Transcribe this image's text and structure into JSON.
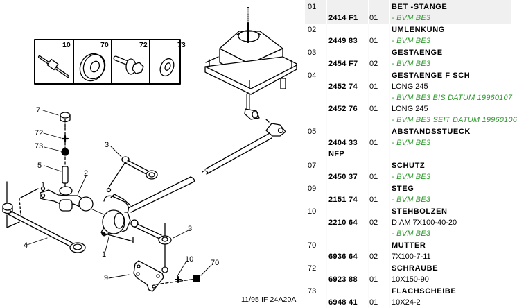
{
  "diagram": {
    "caption": "11/95 IF 24A20A",
    "inset_labels": [
      "10",
      "70",
      "72",
      "73"
    ],
    "callouts": [
      "7",
      "72",
      "73",
      "5",
      "2",
      "1",
      "4",
      "3",
      "1",
      "3",
      "9",
      "10",
      "70"
    ]
  },
  "parts": [
    {
      "ref": "01",
      "title": "BET -STANGE",
      "highlighted": true,
      "lines": [
        {
          "number": "2414 F1",
          "qty": "01",
          "desc": "- BVM BE3",
          "desc_style": "green"
        }
      ]
    },
    {
      "ref": "02",
      "title": "UMLENKUNG",
      "lines": [
        {
          "number": "2449 83",
          "qty": "01",
          "desc": "- BVM BE3",
          "desc_style": "green"
        }
      ]
    },
    {
      "ref": "03",
      "title": "GESTAENGE",
      "lines": [
        {
          "number": "2454 F7",
          "qty": "02",
          "desc": "- BVM BE3",
          "desc_style": "green"
        }
      ]
    },
    {
      "ref": "04",
      "title": "GESTAENGE F SCH",
      "lines": [
        {
          "number": "2452 74",
          "qty": "01",
          "desc": "LONG 245",
          "desc_style": "plain"
        },
        {
          "number": "",
          "qty": "",
          "desc": "- BVM BE3 BIS DATUM 19960107",
          "desc_style": "green"
        },
        {
          "number": "2452 76",
          "qty": "01",
          "desc": "LONG 245",
          "desc_style": "plain"
        },
        {
          "number": "",
          "qty": "",
          "desc": "- BVM BE3 SEIT DATUM 19960106",
          "desc_style": "green"
        }
      ]
    },
    {
      "ref": "05",
      "title": "ABSTANDSSTUECK",
      "lines": [
        {
          "number": "2404 33",
          "qty": "01",
          "desc": "- BVM BE3",
          "desc_style": "green"
        },
        {
          "number": "NFP",
          "qty": "",
          "desc": "",
          "desc_style": "plain"
        }
      ]
    },
    {
      "ref": "07",
      "title": "SCHUTZ",
      "lines": [
        {
          "number": "2450 37",
          "qty": "01",
          "desc": "- BVM BE3",
          "desc_style": "green"
        }
      ]
    },
    {
      "ref": "09",
      "title": "STEG",
      "lines": [
        {
          "number": "2151 74",
          "qty": "01",
          "desc": "- BVM BE3",
          "desc_style": "green"
        }
      ]
    },
    {
      "ref": "10",
      "title": "STEHBOLZEN",
      "lines": [
        {
          "number": "2210 64",
          "qty": "02",
          "desc": "DIAM 7X100-40-20",
          "desc_style": "plain"
        },
        {
          "number": "",
          "qty": "",
          "desc": "- BVM BE3",
          "desc_style": "green"
        }
      ]
    },
    {
      "ref": "70",
      "title": "MUTTER",
      "lines": [
        {
          "number": "6936 64",
          "qty": "02",
          "desc": "7X100-7-11",
          "desc_style": "plain"
        }
      ]
    },
    {
      "ref": "72",
      "title": "SCHRAUBE",
      "lines": [
        {
          "number": "6923 88",
          "qty": "01",
          "desc": "10X150-90",
          "desc_style": "plain"
        }
      ]
    },
    {
      "ref": "73",
      "title": "FLACHSCHEIBE",
      "lines": [
        {
          "number": "6948 41",
          "qty": "01",
          "desc": "10X24-2",
          "desc_style": "plain"
        }
      ]
    }
  ],
  "colors": {
    "note_green": "#2e9b2e",
    "highlight_row": "#f0f0f0"
  }
}
